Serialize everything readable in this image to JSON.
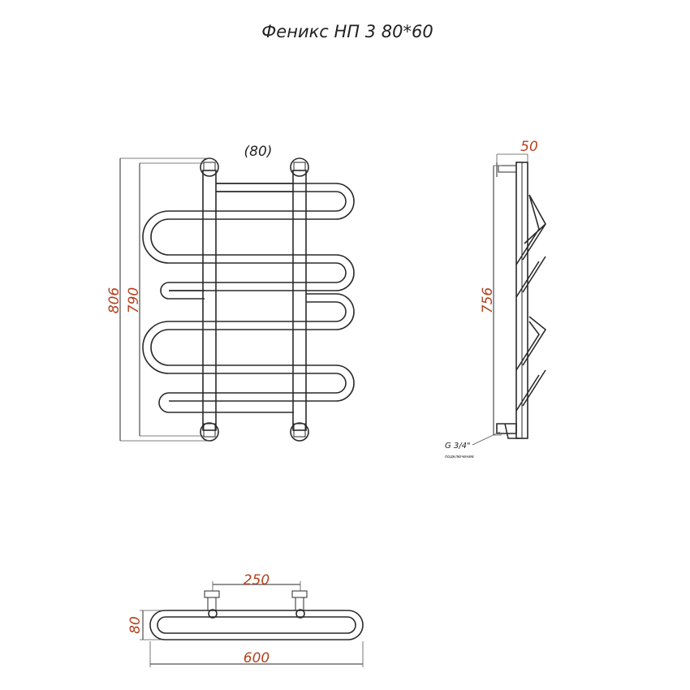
{
  "title": "Феникс НП 3 80*60",
  "front_view": {
    "label_pitch": "(80)",
    "dim_overall_height": "806",
    "dim_inner_height": "790"
  },
  "side_view": {
    "dim_depth": "50",
    "dim_height": "756",
    "connection_label": "G 3/4\"",
    "connection_note": "подключение"
  },
  "top_view": {
    "dim_axis_distance": "250",
    "dim_depth": "80",
    "dim_width": "600"
  },
  "colors": {
    "line": "#2a2a2a",
    "dimension_text": "#b5401c"
  }
}
